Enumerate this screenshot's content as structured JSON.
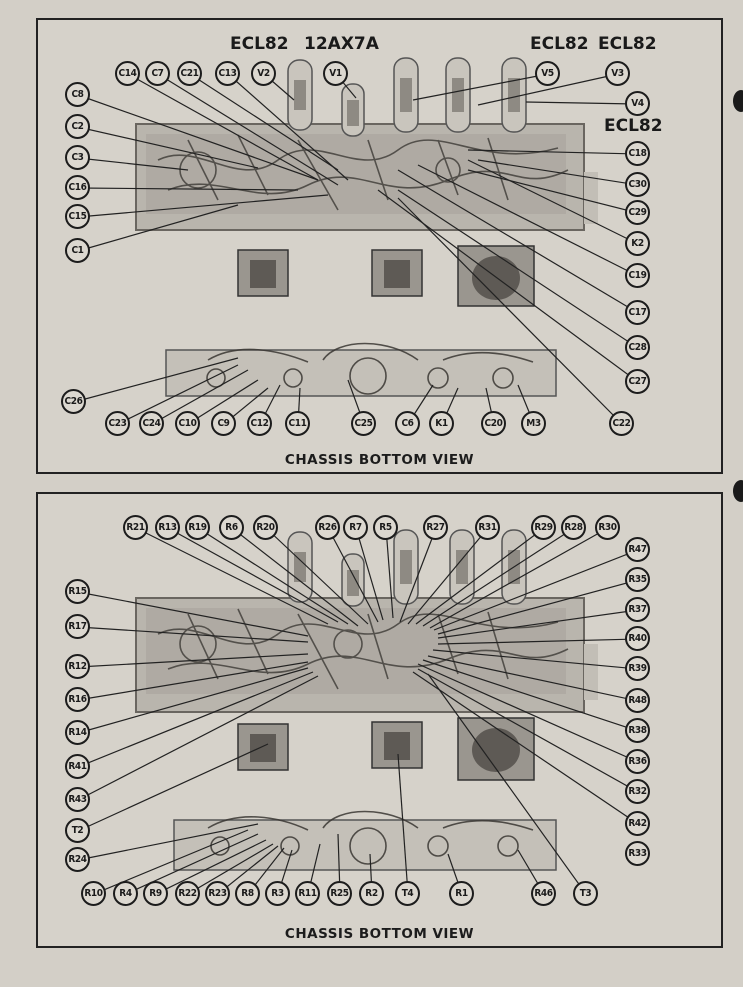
{
  "top_panel": {
    "caption": "CHASSIS BOTTOM VIEW",
    "tube_labels": [
      "ECL82",
      "12AX7A",
      "ECL82",
      "ECL82",
      "ECL82"
    ],
    "callouts": [
      "C14",
      "C7",
      "C21",
      "C13",
      "V2",
      "V1",
      "V5",
      "V3",
      "C8",
      "V4",
      "C2",
      "C3",
      "C18",
      "C16",
      "C30",
      "C15",
      "C29",
      "C1",
      "K2",
      "C19",
      "C17",
      "C28",
      "C27",
      "C26",
      "C23",
      "C24",
      "C10",
      "C9",
      "C12",
      "C11",
      "C25",
      "C6",
      "K1",
      "C20",
      "M3",
      "C22"
    ]
  },
  "bottom_panel": {
    "caption": "CHASSIS BOTTOM VIEW",
    "callouts": [
      "R21",
      "R13",
      "R19",
      "R6",
      "R20",
      "R26",
      "R7",
      "R5",
      "R27",
      "R31",
      "R29",
      "R28",
      "R30",
      "R47",
      "R15",
      "R35",
      "R17",
      "R37",
      "R12",
      "R40",
      "R16",
      "R39",
      "R14",
      "R48",
      "R38",
      "R41",
      "R36",
      "R43",
      "R32",
      "T2",
      "R42",
      "R24",
      "R33",
      "R10",
      "R4",
      "R9",
      "R22",
      "R23",
      "R8",
      "R3",
      "R11",
      "R25",
      "R2",
      "T4",
      "R1",
      "R46",
      "T3"
    ]
  }
}
